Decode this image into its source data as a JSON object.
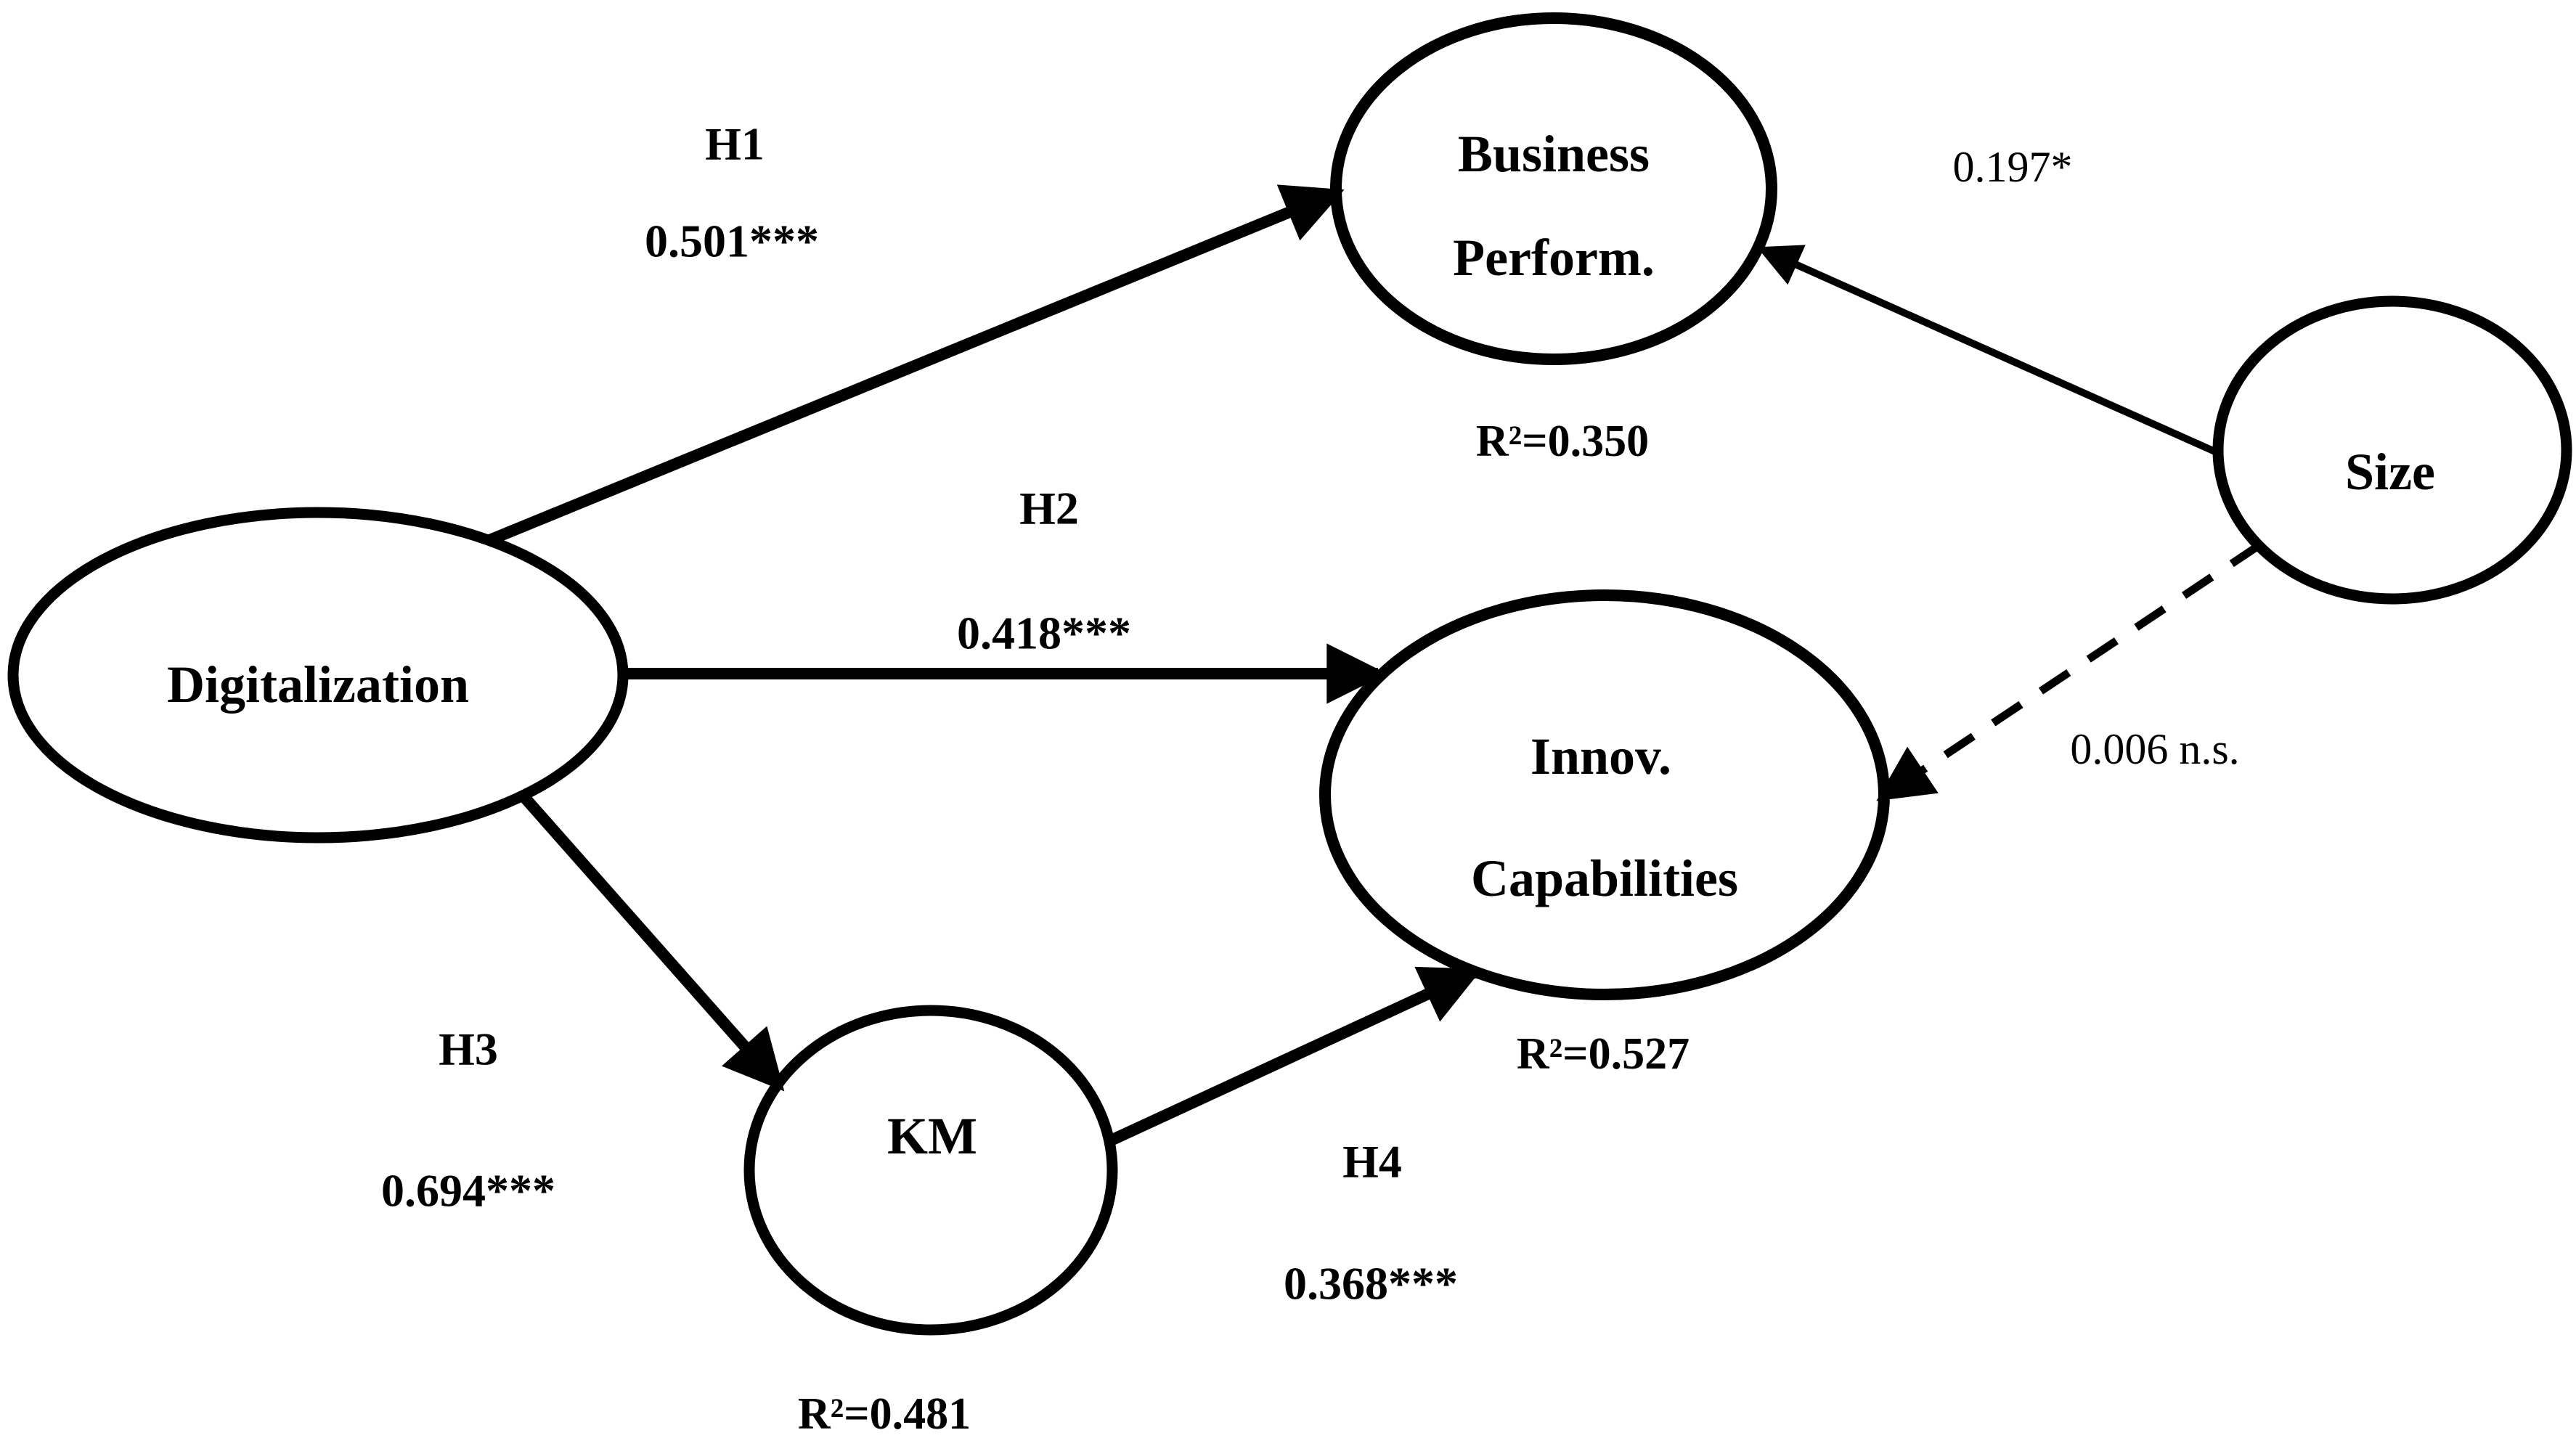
{
  "figure": {
    "type": "sem-path-diagram",
    "background": "#ffffff",
    "ink": "#000000"
  },
  "nodes": {
    "digitalization": {
      "label": "Digitalization"
    },
    "business": {
      "line1": "Business",
      "line2": "Perform.",
      "r2": "R²=0.350"
    },
    "innovation": {
      "line1": "Innov.",
      "line2": "Capabilities",
      "r2": "R²=0.527"
    },
    "km": {
      "label": "KM",
      "r2": "R²=0.481"
    },
    "size": {
      "label": "Size"
    }
  },
  "paths": {
    "h1": {
      "label": "H1",
      "coefficient": "0.501***",
      "from": "Digitalization",
      "to": "Business Perform.",
      "style": "solid"
    },
    "h2": {
      "label": "H2",
      "coefficient": "0.418***",
      "from": "Digitalization",
      "to": "Innov. Capabilities",
      "style": "solid"
    },
    "h3": {
      "label": "H3",
      "coefficient": "0.694***",
      "from": "Digitalization",
      "to": "KM",
      "style": "solid"
    },
    "h4": {
      "label": "H4",
      "coefficient": "0.368***",
      "from": "KM",
      "to": "Innov. Capabilities",
      "style": "solid"
    },
    "size_business": {
      "coefficient": "0.197*",
      "from": "Size",
      "to": "Business Perform.",
      "style": "solid"
    },
    "size_innovation": {
      "coefficient": "0.006 n.s.",
      "from": "Size",
      "to": "Innov. Capabilities",
      "style": "dashed"
    }
  }
}
